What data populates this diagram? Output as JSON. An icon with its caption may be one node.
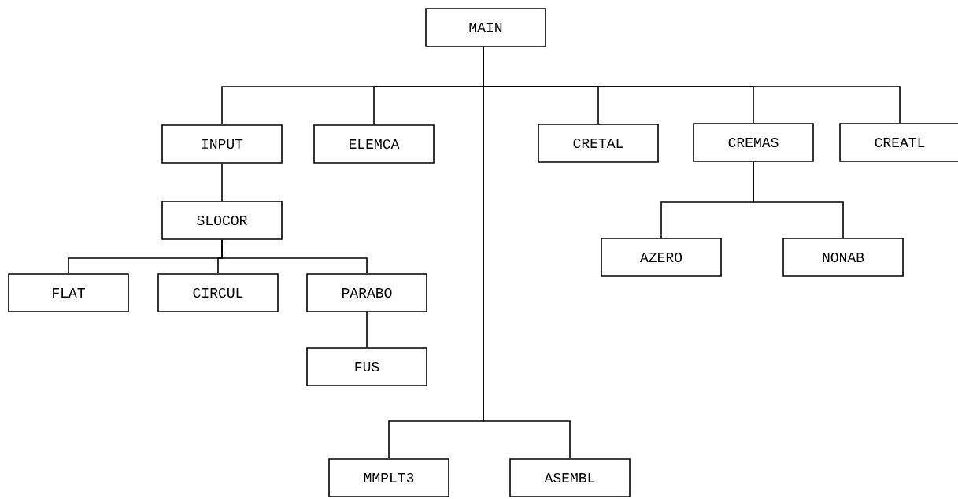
{
  "diagram": {
    "nodes": [
      {
        "text": [
          "MAIN"
        ]
      },
      {
        "text": [
          "INPUT"
        ]
      },
      {
        "text": [
          "ELEMCA"
        ]
      },
      {
        "text": [
          "CRETAL"
        ]
      },
      {
        "text": [
          "CREMAS"
        ]
      },
      {
        "text": [
          "CREATL"
        ]
      },
      {
        "text": [
          "SLOCOR"
        ]
      },
      {
        "text": [
          "AZERO"
        ]
      },
      {
        "text": [
          "NONAB"
        ]
      },
      {
        "text": [
          "FLAT"
        ]
      },
      {
        "text": [
          "CIRCUL"
        ]
      },
      {
        "text": [
          "PARABO"
        ]
      },
      {
        "text": [
          "FUS"
        ]
      },
      {
        "text": [
          "MMPLT3"
        ]
      },
      {
        "text": [
          "ASEMBL"
        ]
      }
    ],
    "edges": [
      {
        "from": 0,
        "to": 1,
        "arrow": "none"
      },
      {
        "from": 0,
        "to": 2,
        "arrow": "none"
      },
      {
        "from": 0,
        "to": 3,
        "arrow": "none"
      },
      {
        "from": 0,
        "to": 4,
        "arrow": "none"
      },
      {
        "from": 0,
        "to": 5,
        "arrow": "none"
      },
      {
        "from": 1,
        "to": 6,
        "arrow": "none"
      },
      {
        "from": 4,
        "to": 7,
        "arrow": "none"
      },
      {
        "from": 4,
        "to": 8,
        "arrow": "none"
      },
      {
        "from": 6,
        "to": 9,
        "arrow": "none"
      },
      {
        "from": 6,
        "to": 10,
        "arrow": "none"
      },
      {
        "from": 6,
        "to": 11,
        "arrow": "none"
      },
      {
        "from": 11,
        "to": 12,
        "arrow": "none"
      },
      {
        "from": 0,
        "to": 13,
        "arrow": "none"
      },
      {
        "from": 0,
        "to": 14,
        "arrow": "none"
      }
    ]
  }
}
